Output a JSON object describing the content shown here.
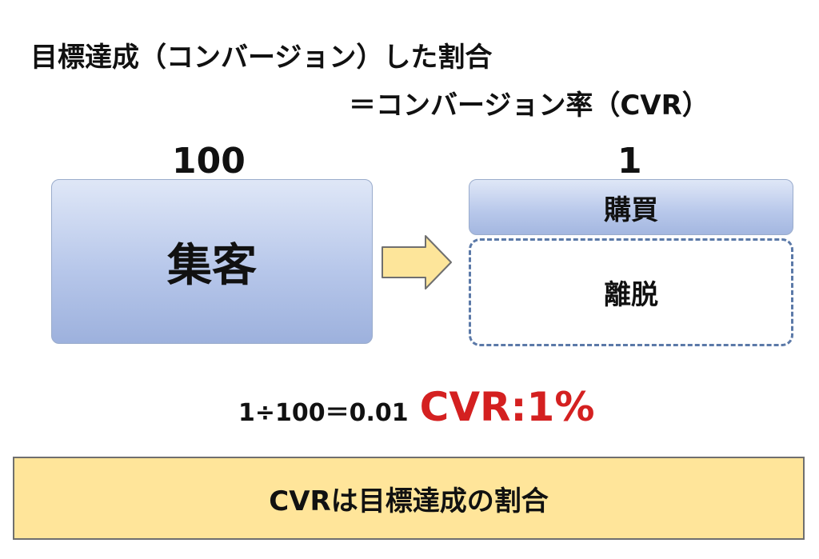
{
  "title": {
    "line1": "目標達成（コンバージョン）した割合",
    "line2": "＝コンバージョン率（CVR）"
  },
  "left": {
    "count": "100",
    "label": "集客"
  },
  "right": {
    "count": "1",
    "purchase_label": "購買",
    "bounce_label": "離脱"
  },
  "arrow": {
    "icon": "right-arrow-icon",
    "fill": "#fde59a",
    "stroke": "#6f6f6f"
  },
  "formula": {
    "expression": "1÷100＝0.01",
    "result": "CVR:1%",
    "result_color": "#d42020"
  },
  "summary": {
    "text": "CVRは目標達成の割合",
    "fill": "#ffe59a"
  }
}
